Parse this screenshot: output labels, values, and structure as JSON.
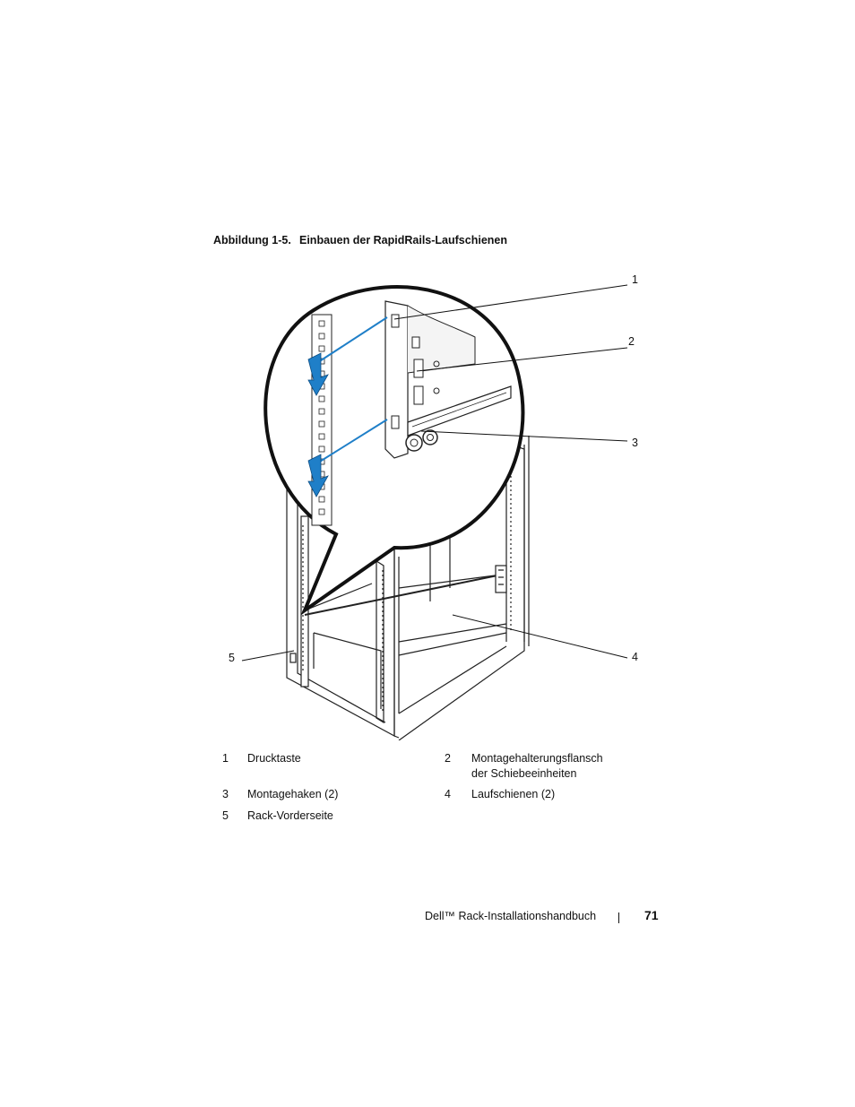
{
  "figure": {
    "number": "Abbildung 1-5.",
    "title": "Einbauen der RapidRails-Laufschienen",
    "callouts": [
      "1",
      "2",
      "3",
      "4",
      "5"
    ]
  },
  "legend": [
    {
      "num": "1",
      "label": "Drucktaste"
    },
    {
      "num": "2",
      "label_line1": "Montagehalterungsflansch",
      "label_line2": "der Schiebeeinheiten"
    },
    {
      "num": "3",
      "label": "Montagehaken (2)"
    },
    {
      "num": "4",
      "label": "Laufschienen (2)"
    },
    {
      "num": "5",
      "label": "Rack-Vorderseite"
    }
  ],
  "footer": {
    "title": "Dell™ Rack-Installationshandbuch",
    "page": "71"
  },
  "colors": {
    "arrow_blue": "#1f7fc8",
    "line": "#111111"
  }
}
